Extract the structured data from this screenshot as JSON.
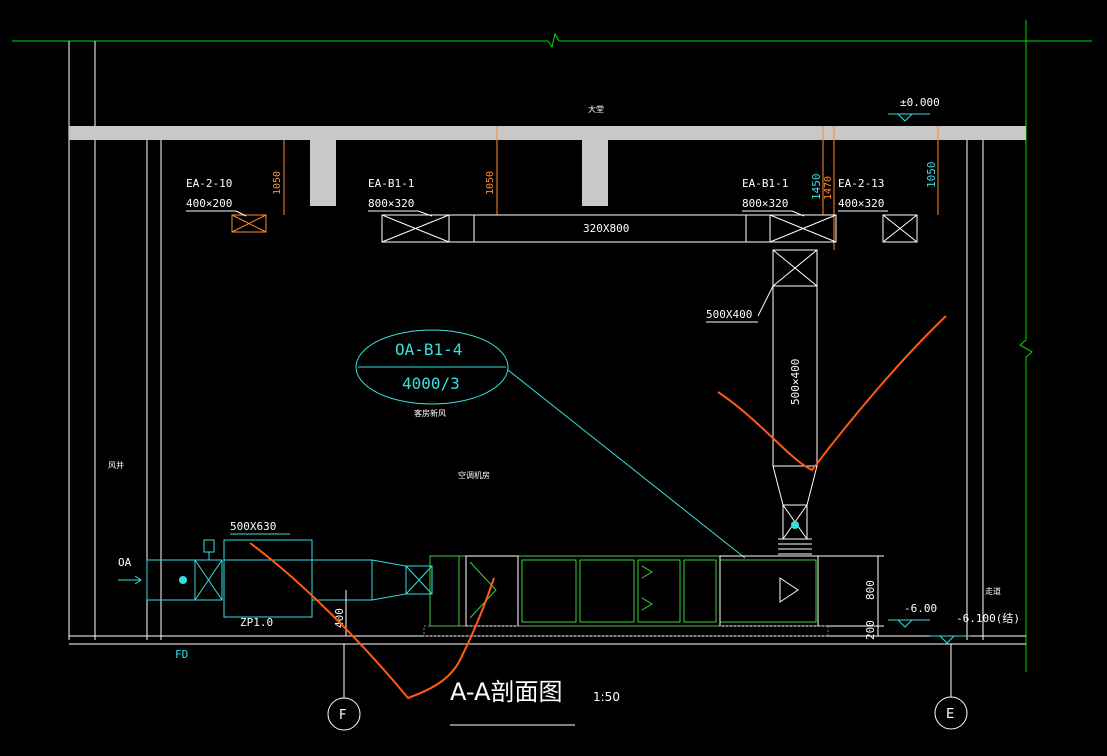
{
  "drawing": {
    "title": "A-A剖面图",
    "scale": "1:50",
    "level_top": "±0.000",
    "level_floor": "-6.00",
    "level_floor2": "-6.100(结)",
    "ceiling_label": "大堂",
    "shaft_label": "风井",
    "room_label": "空调机房",
    "corridor_label": "走道",
    "axes": [
      "F",
      "E"
    ],
    "outdoor_air": "OA",
    "fd_label": "FD"
  },
  "equipment_tag": {
    "code": "OA-B1-4",
    "capacity": "4000/3",
    "description": "客房新风"
  },
  "ducts": {
    "ea_2_10_code": "EA-2-10",
    "ea_2_10_size": "400×200",
    "ea_b1_1_left_code": "EA-B1-1",
    "ea_b1_1_left_size": "800×320",
    "ea_b1_1_right_code": "EA-B1-1",
    "ea_b1_1_right_size": "800×320",
    "ea_2_13_code": "EA-2-13",
    "ea_2_13_size": "400×320",
    "main_duct": "320X800",
    "riser_label": "500X400",
    "riser_vertical": "500×400",
    "inlet_size": "500X630",
    "zp_label": "ZP1.0"
  },
  "dimensions": {
    "d_left": "1050",
    "d_mid": "1050",
    "d_right1": "1450",
    "d_right2": "1470",
    "d_right3": "1050",
    "d_unit_h": "800",
    "d_base": "200",
    "d_small": "400"
  },
  "colors": {
    "grid": "#00e000",
    "slab": "#c8c8c8",
    "duct": "#35e0e0",
    "dim": "#ff8c2a",
    "ahu": "#3cd13c",
    "markup": "#ff5a14",
    "text": "#ffffff"
  }
}
